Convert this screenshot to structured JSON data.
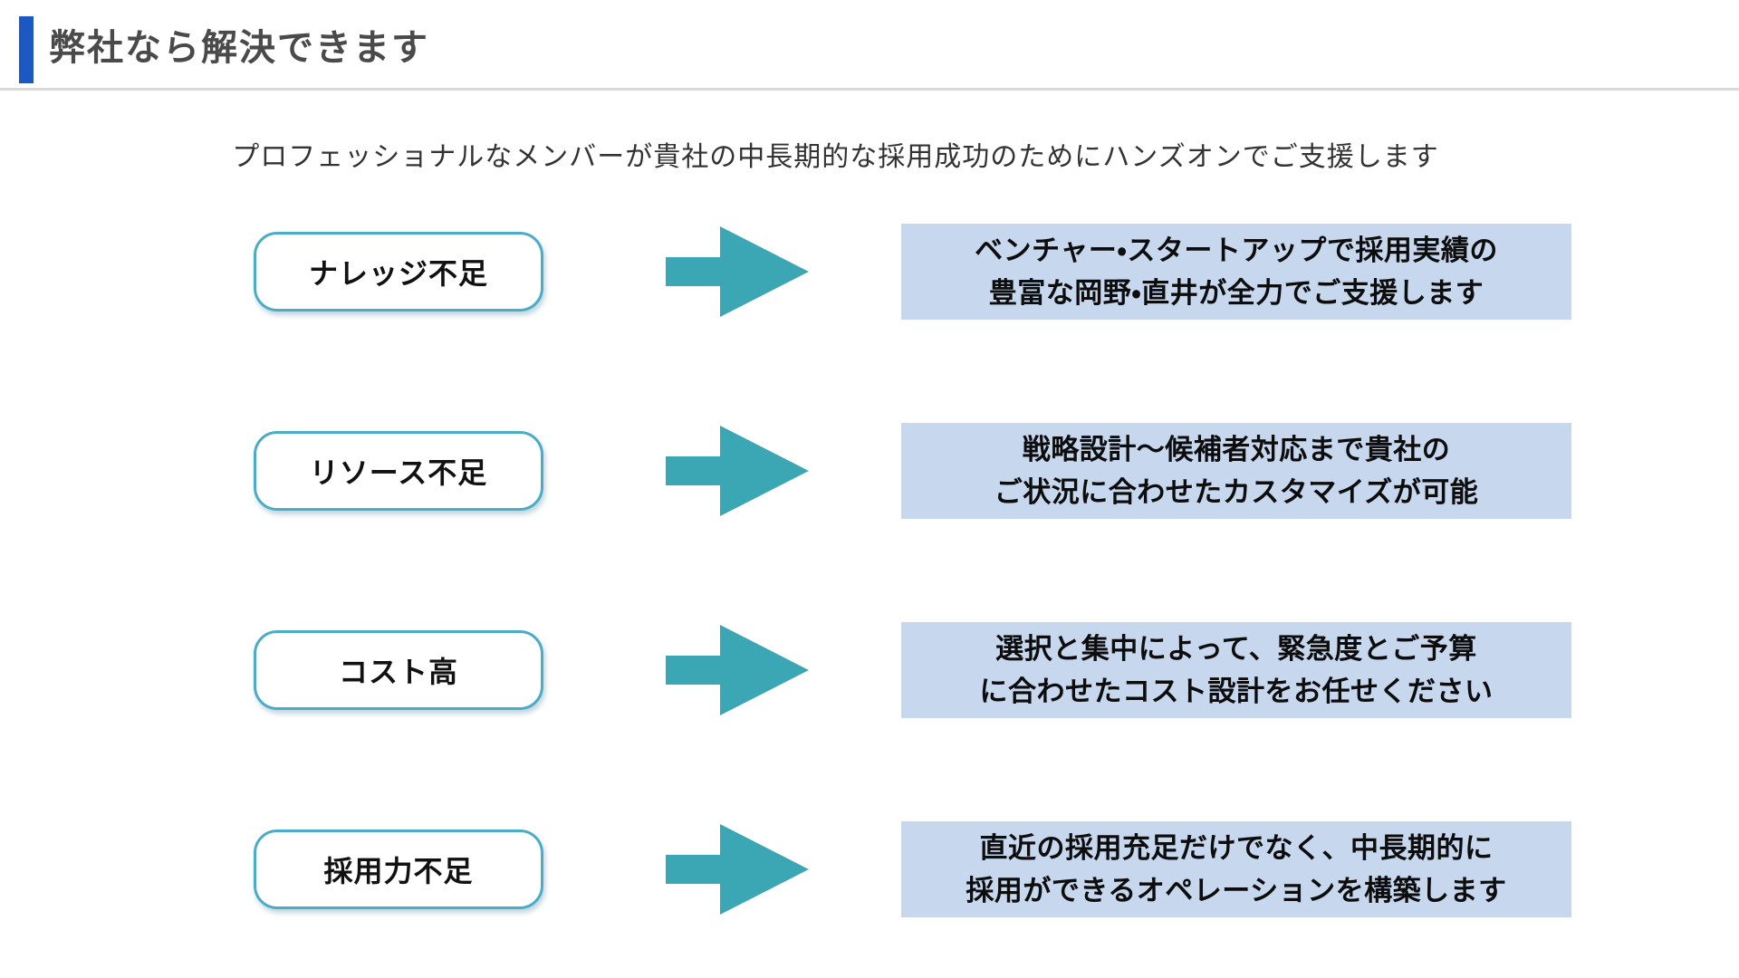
{
  "header": {
    "title": "弊社なら解決できます"
  },
  "subtitle": "プロフェッショナルなメンバーが貴社の中長期的な採用成功のためにハンズオンでご支援します",
  "rows": [
    {
      "problem": "ナレッジ不足",
      "solution_lines": [
        "ベンチャー・スタートアップで採用実績の",
        "豊富な岡野・直井が全力でご支援します"
      ]
    },
    {
      "problem": "リソース不足",
      "solution_lines": [
        "戦略設計～候補者対応まで貴社の",
        "ご状況に合わせたカスタマイズが可能"
      ]
    },
    {
      "problem": "コスト高",
      "solution_lines": [
        "選択と集中によって、緊急度とご予算",
        "に合わせたコスト設計をお任せください"
      ]
    },
    {
      "problem": "採用力不足",
      "solution_lines": [
        "直近の採用充足だけでなく、中長期的に",
        "採用ができるオペレーションを構築します"
      ]
    }
  ],
  "icons": {
    "arrow": "right-arrow-icon"
  },
  "colors": {
    "accent_blue": "#1b58c2",
    "arrow_teal": "#3ba7b5",
    "pill_border_teal": "#4bacc6",
    "solution_box_bg": "#c6d7ee",
    "title_text": "#4a4a4a",
    "header_divider": "#d9d9d9"
  }
}
